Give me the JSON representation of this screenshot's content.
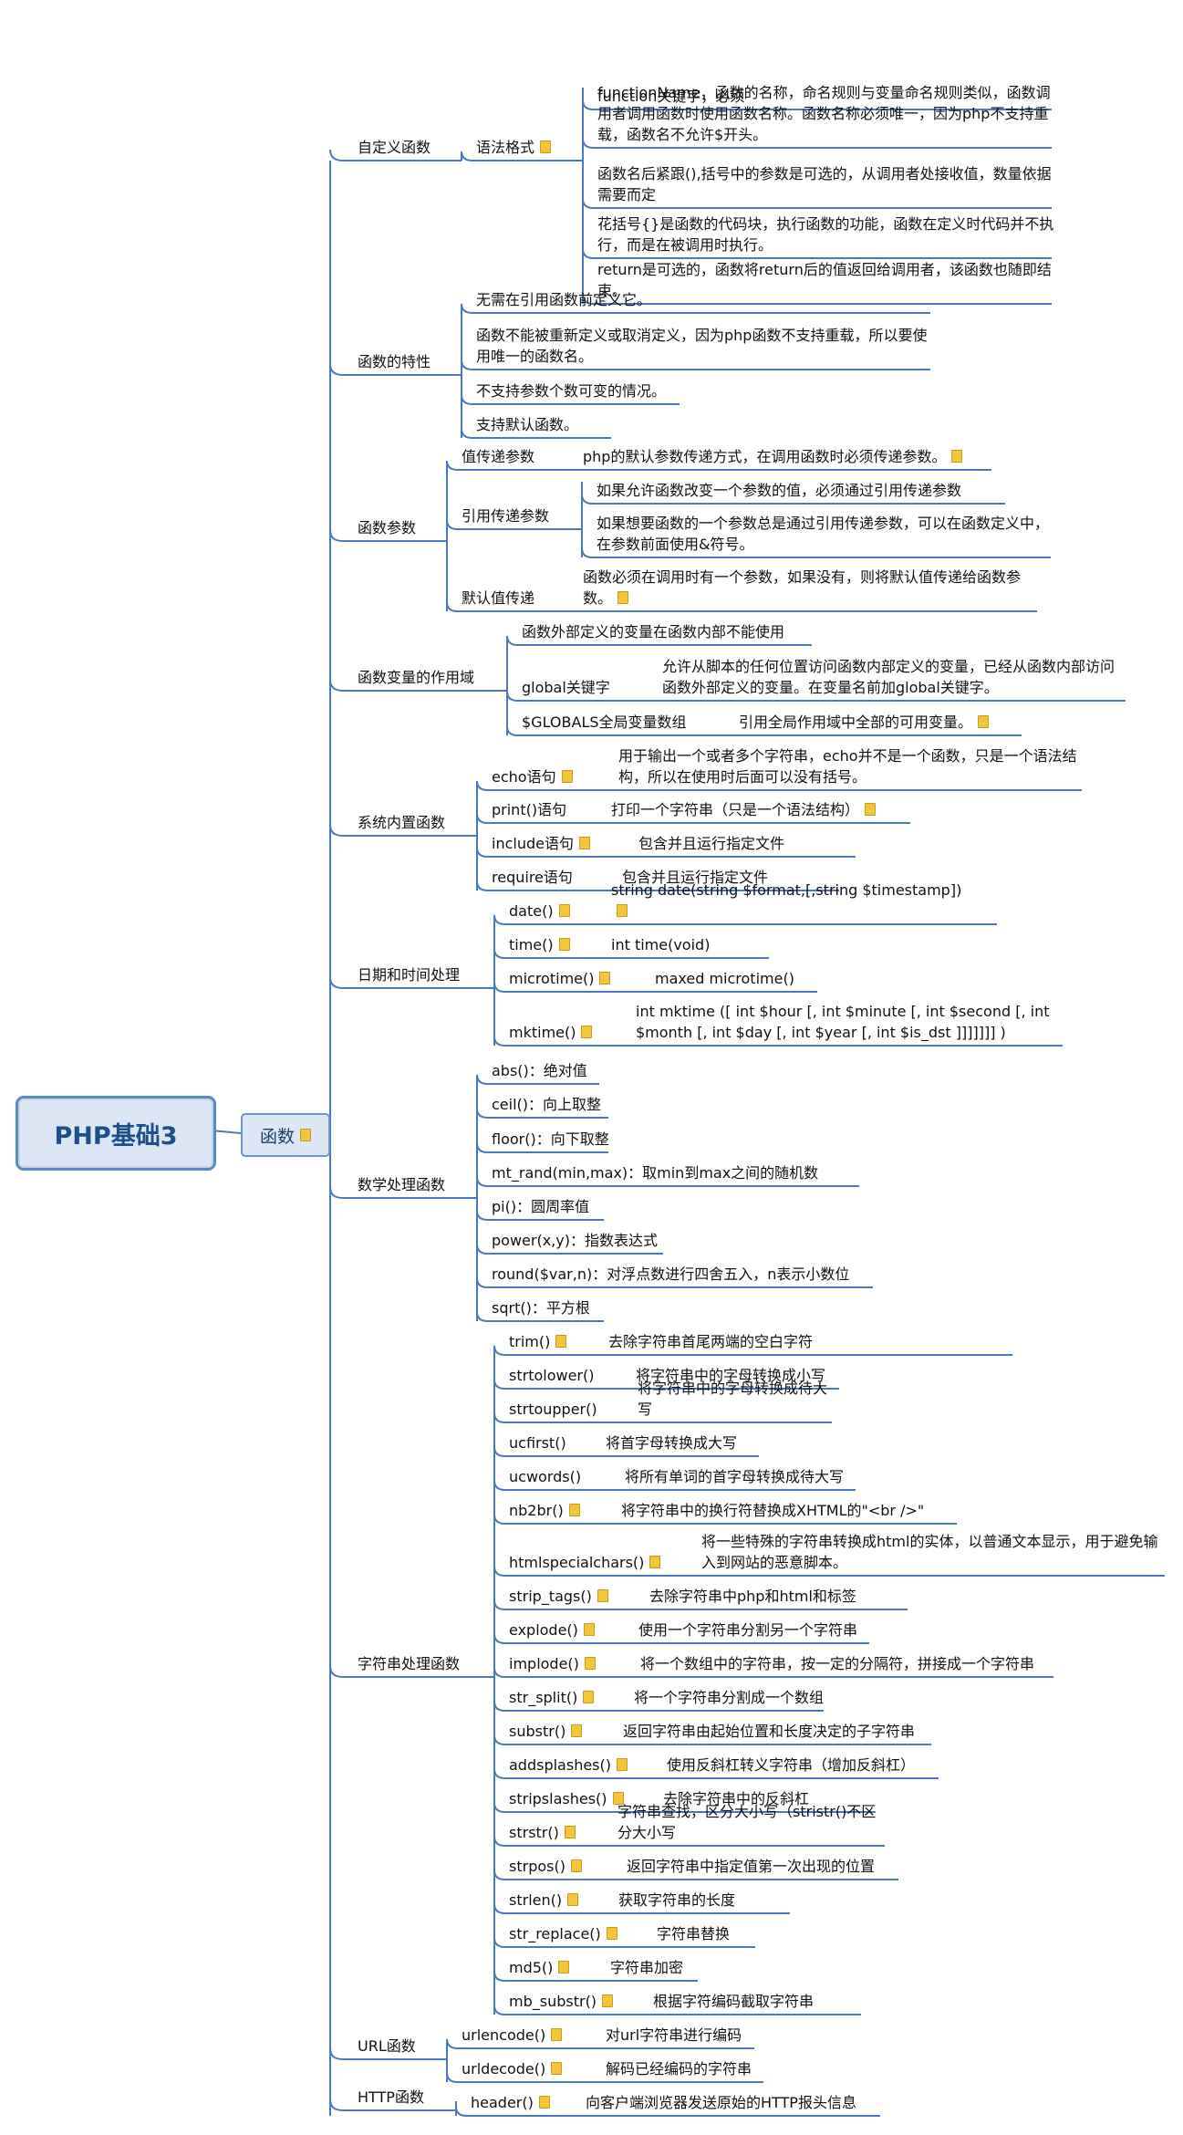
{
  "root": "PHP基础3",
  "hub": "函数",
  "colors": {
    "line": "#4a78c2",
    "root_fill": "#dce6f4",
    "root_border": "#5a88c8",
    "note": "#f3c53b"
  },
  "branches": [
    {
      "label": "自定义函数",
      "children": [
        {
          "label": "语法格式",
          "note": true,
          "children": [
            {
              "label": "function关键字，必须"
            },
            {
              "label": "functionName，函数的名称，命名规则与变量命名规则类似，函数调用者调用函数时使用函数名称。函数名称必须唯一，因为php不支持重载，函数名不允许$开头。"
            },
            {
              "label": "函数名后紧跟(),括号中的参数是可选的，从调用者处接收值，数量依据需要而定"
            },
            {
              "label": "花括号{}是函数的代码块，执行函数的功能，函数在定义时代码并不执行，而是在被调用时执行。"
            },
            {
              "label": "return是可选的，函数将return后的值返回给调用者，该函数也随即结束。"
            }
          ]
        }
      ]
    },
    {
      "label": "函数的特性",
      "children": [
        {
          "label": "无需在引用函数前定义它。"
        },
        {
          "label": "函数不能被重新定义或取消定义，因为php函数不支持重载，所以要使用唯一的函数名。"
        },
        {
          "label": "不支持参数个数可变的情况。"
        },
        {
          "label": "支持默认函数。"
        }
      ]
    },
    {
      "label": "函数参数",
      "children": [
        {
          "label": "值传递参数",
          "children": [
            {
              "label": "php的默认参数传递方式，在调用函数时必须传递参数。",
              "note": true
            }
          ]
        },
        {
          "label": "引用传递参数",
          "children": [
            {
              "label": "如果允许函数改变一个参数的值，必须通过引用传递参数"
            },
            {
              "label": "如果想要函数的一个参数总是通过引用传递参数，可以在函数定义中，在参数前面使用&符号。"
            }
          ]
        },
        {
          "label": "默认值传递",
          "children": [
            {
              "label": "函数必须在调用时有一个参数，如果没有，则将默认值传递给函数参数。",
              "note": true
            }
          ]
        }
      ]
    },
    {
      "label": "函数变量的作用域",
      "children": [
        {
          "label": "函数外部定义的变量在函数内部不能使用"
        },
        {
          "label": "global关键字",
          "children": [
            {
              "label": "允许从脚本的任何位置访问函数内部定义的变量，已经从函数内部访问函数外部定义的变量。在变量名前加global关键字。"
            }
          ]
        },
        {
          "label": "$GLOBALS全局变量数组",
          "children": [
            {
              "label": "引用全局作用域中全部的可用变量。",
              "note": true
            }
          ]
        }
      ]
    },
    {
      "label": "系统内置函数",
      "children": [
        {
          "label": "echo语句",
          "note": true,
          "children": [
            {
              "label": "用于输出一个或者多个字符串，echo并不是一个函数，只是一个语法结构，所以在使用时后面可以没有括号。"
            }
          ]
        },
        {
          "label": "print()语句",
          "children": [
            {
              "label": "打印一个字符串（只是一个语法结构）",
              "note": true
            }
          ]
        },
        {
          "label": "include语句",
          "note": true,
          "children": [
            {
              "label": "包含并且运行指定文件"
            }
          ]
        },
        {
          "label": "require语句",
          "children": [
            {
              "label": "包含并且运行指定文件"
            }
          ]
        }
      ]
    },
    {
      "label": "日期和时间处理",
      "children": [
        {
          "label": "date()",
          "note": true,
          "children": [
            {
              "label": "string date(string $format,[,string $timestamp])",
              "note": true
            }
          ]
        },
        {
          "label": "time()",
          "note": true,
          "children": [
            {
              "label": "int time(void)"
            }
          ]
        },
        {
          "label": "microtime()",
          "note": true,
          "children": [
            {
              "label": "maxed microtime()"
            }
          ]
        },
        {
          "label": "mktime()",
          "note": true,
          "children": [
            {
              "label": "int mktime ([ int $hour [, int $minute [, int $second [, int $month [, int $day [, int $year [, int $is_dst ]]]]]]] )"
            }
          ]
        }
      ]
    },
    {
      "label": "数学处理函数",
      "children": [
        {
          "label": "abs()：绝对值"
        },
        {
          "label": "ceil()：向上取整"
        },
        {
          "label": "floor()：向下取整"
        },
        {
          "label": "mt_rand(min,max)：取min到max之间的随机数"
        },
        {
          "label": "pi()：圆周率值"
        },
        {
          "label": "power(x,y)：指数表达式"
        },
        {
          "label": "round($var,n)：对浮点数进行四舍五入，n表示小数位"
        },
        {
          "label": "sqrt()：平方根"
        }
      ]
    },
    {
      "label": "字符串处理函数",
      "children": [
        {
          "label": "trim()",
          "note": true,
          "children": [
            {
              "label": "去除字符串首尾两端的空白字符"
            }
          ]
        },
        {
          "label": "strtolower()",
          "children": [
            {
              "label": "将字符串中的字母转换成小写"
            }
          ]
        },
        {
          "label": "strtoupper()",
          "children": [
            {
              "label": "将字符串中的字母转换成待大写"
            }
          ]
        },
        {
          "label": "ucfirst()",
          "children": [
            {
              "label": "将首字母转换成大写"
            }
          ]
        },
        {
          "label": "ucwords()",
          "children": [
            {
              "label": "将所有单词的首字母转换成待大写"
            }
          ]
        },
        {
          "label": "nb2br()",
          "note": true,
          "children": [
            {
              "label": "将字符串中的换行符替换成XHTML的\"<br />\""
            }
          ]
        },
        {
          "label": "htmlspecialchars()",
          "note": true,
          "children": [
            {
              "label": "将一些特殊的字符串转换成html的实体，以普通文本显示，用于避免输入到网站的恶意脚本。"
            }
          ]
        },
        {
          "label": "strip_tags()",
          "note": true,
          "children": [
            {
              "label": "去除字符串中php和html和标签"
            }
          ]
        },
        {
          "label": "explode()",
          "note": true,
          "children": [
            {
              "label": "使用一个字符串分割另一个字符串"
            }
          ]
        },
        {
          "label": "implode()",
          "note": true,
          "children": [
            {
              "label": "将一个数组中的字符串，按一定的分隔符，拼接成一个字符串"
            }
          ]
        },
        {
          "label": "str_split()",
          "note": true,
          "children": [
            {
              "label": "将一个字符串分割成一个数组"
            }
          ]
        },
        {
          "label": "substr()",
          "note": true,
          "children": [
            {
              "label": "返回字符串由起始位置和长度决定的子字符串"
            }
          ]
        },
        {
          "label": "addsplashes()",
          "note": true,
          "children": [
            {
              "label": "使用反斜杠转义字符串（增加反斜杠）"
            }
          ]
        },
        {
          "label": "stripslashes()",
          "note": true,
          "children": [
            {
              "label": "去除字符串中的反斜杠"
            }
          ]
        },
        {
          "label": "strstr()",
          "note": true,
          "children": [
            {
              "label": "字符串查找，区分大小写（stristr()不区分大小写"
            }
          ]
        },
        {
          "label": "strpos()",
          "note": true,
          "children": [
            {
              "label": "返回字符串中指定值第一次出现的位置"
            }
          ]
        },
        {
          "label": "strlen()",
          "note": true,
          "children": [
            {
              "label": "获取字符串的长度"
            }
          ]
        },
        {
          "label": "str_replace()",
          "note": true,
          "children": [
            {
              "label": "字符串替换"
            }
          ]
        },
        {
          "label": "md5()",
          "note": true,
          "children": [
            {
              "label": "字符串加密"
            }
          ]
        },
        {
          "label": "mb_substr()",
          "note": true,
          "children": [
            {
              "label": "根据字符编码截取字符串"
            }
          ]
        }
      ]
    },
    {
      "label": "URL函数",
      "children": [
        {
          "label": "urlencode()",
          "note": true,
          "children": [
            {
              "label": "对url字符串进行编码"
            }
          ]
        },
        {
          "label": "urldecode()",
          "note": true,
          "children": [
            {
              "label": "解码已经编码的字符串"
            }
          ]
        }
      ]
    },
    {
      "label": "HTTP函数",
      "children": [
        {
          "label": "header()",
          "note": true,
          "children": [
            {
              "label": "向客户端浏览器发送原始的HTTP报头信息"
            }
          ]
        }
      ]
    }
  ]
}
